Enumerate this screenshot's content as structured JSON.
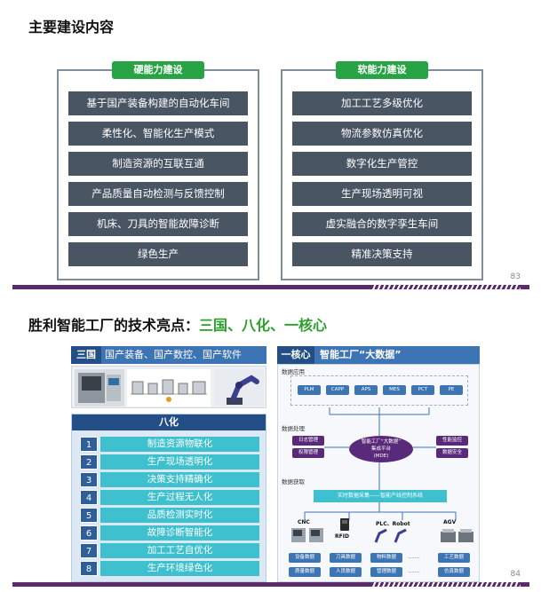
{
  "slide1": {
    "title": "主要建设内容",
    "page_number": "83",
    "hard": {
      "header": "硬能力建设",
      "items": [
        "基于国产装备构建的自动化车间",
        "柔性化、智能化生产模式",
        "制造资源的互联互通",
        "产品质量自动检测与反馈控制",
        "机床、刀具的智能故障诊断",
        "绿色生产"
      ]
    },
    "soft": {
      "header": "软能力建设",
      "items": [
        "加工工艺多级优化",
        "物流参数仿真优化",
        "数字化生产管控",
        "生产现场透明可视",
        "虚实融合的数字孪生车间",
        "精准决策支持"
      ]
    }
  },
  "slide2": {
    "title_main": "胜利智能工厂的技术亮点：",
    "title_accent": "三国、八化、一核心",
    "page_number": "84",
    "sanguo": {
      "tag": "三国",
      "text": "国产装备、国产数控、国产软件"
    },
    "bahua": {
      "title": "八化",
      "items": [
        {
          "num": "1",
          "label": "制造资源物联化"
        },
        {
          "num": "2",
          "label": "生产现场透明化"
        },
        {
          "num": "3",
          "label": "决策支持精确化"
        },
        {
          "num": "4",
          "label": "生产过程无人化"
        },
        {
          "num": "5",
          "label": "品质检测实时化"
        },
        {
          "num": "6",
          "label": "故障诊断智能化"
        },
        {
          "num": "7",
          "label": "加工工艺自优化"
        },
        {
          "num": "8",
          "label": "生产环境绿色化"
        }
      ]
    },
    "core": {
      "tag": "一核心",
      "text": "智能工厂“大数据”",
      "section_apps": "数据应用",
      "apps": [
        "PLM",
        "CAPP",
        "APS",
        "MES",
        "PCT",
        "PE"
      ],
      "section_processing": "数据处理",
      "left_pills": [
        "日志管理",
        "权限管理"
      ],
      "right_pills": [
        "性能监控",
        "数据安全"
      ],
      "mde_lines": [
        "智能工厂“大数据”",
        "集成平台",
        "(MDE)"
      ],
      "section_acquisition": "数据获取",
      "acquisition_bar": "实时数据采集——智能产线控制系统",
      "devices": [
        "CNC",
        "RFID",
        "PLC、Robot",
        "AGV"
      ],
      "data_row1": [
        "设备数据",
        "刀具数据",
        "物料数据",
        "工艺数据"
      ],
      "data_row2": [
        "质量数据",
        "人员数据",
        "管理数据",
        "仿真数据"
      ],
      "dots": "……"
    }
  },
  "colors": {
    "green": "#27a244",
    "dark_slate": "#4a5564",
    "purple": "#5b2a6b",
    "blue": "#3d74b3",
    "teal": "#3fc0cf"
  }
}
